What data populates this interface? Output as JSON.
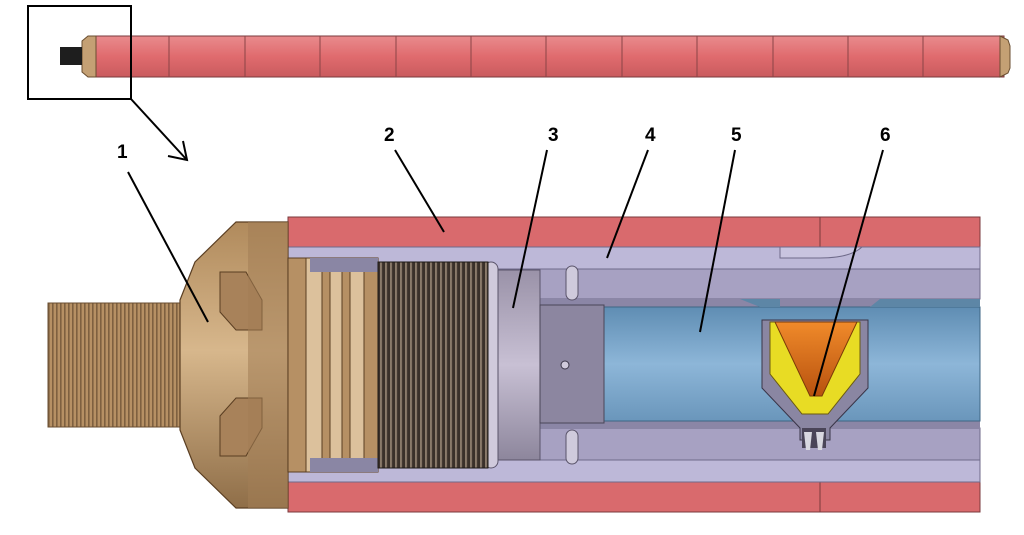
{
  "callouts": [
    {
      "id": "1",
      "text": "1"
    },
    {
      "id": "2",
      "text": "2"
    },
    {
      "id": "3",
      "text": "3"
    },
    {
      "id": "4",
      "text": "4"
    },
    {
      "id": "5",
      "text": "5"
    },
    {
      "id": "6",
      "text": "6"
    }
  ],
  "colors": {
    "casing": "#e06b6e",
    "casing_dark": "#c85a5d",
    "liner": "#b9b4d4",
    "liner_dark": "#8f8aaa",
    "bronze": "#c4a074",
    "bronze_dark": "#8a6a44",
    "chamber": "#7fa9cf",
    "chamber_dark": "#4e7a9a",
    "cone_outer": "#e8d82a",
    "cone_inner": "#d4691e",
    "thread_dark": "#2b2420",
    "line": "#000000"
  }
}
